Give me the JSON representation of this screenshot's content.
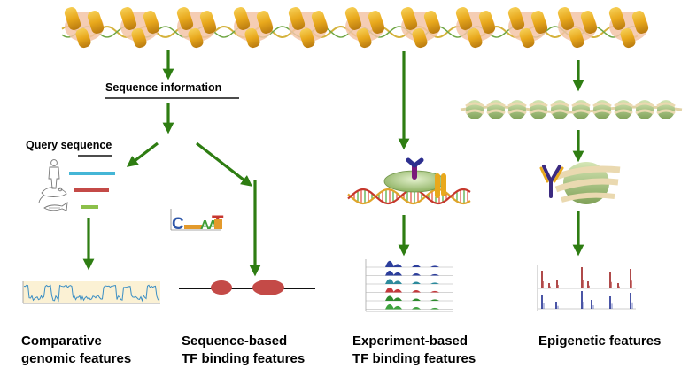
{
  "labels": {
    "sequence_information": "Sequence information",
    "query_sequence": "Query sequence"
  },
  "captions": [
    {
      "line1": "Comparative",
      "line2": "genomic features"
    },
    {
      "line1": "Sequence-based",
      "line2": "TF binding features"
    },
    {
      "line1": "Experiment-based",
      "line2": "TF binding features"
    },
    {
      "line1": "Epigenetic features",
      "line2": ""
    }
  ],
  "motif_logo_letters": [
    "C",
    "A",
    "A",
    "T"
  ],
  "colors": {
    "arrow": "#2e7d12",
    "histone": "#e8a81c",
    "nucleosome": "#a9c47f",
    "query_human": "#45b6d6",
    "query_mouse": "#c44a47",
    "query_fish": "#8cc04a",
    "tf_site": "#c44a47"
  }
}
